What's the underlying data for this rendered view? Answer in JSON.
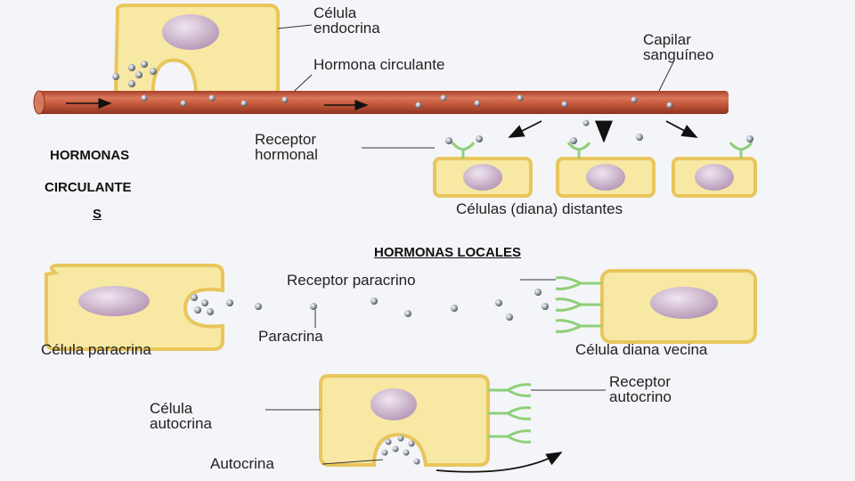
{
  "labels": {
    "endocrine_cell": [
      "Célula",
      "endocrina"
    ],
    "blood_capillary": [
      "Capilar",
      "sanguíneo"
    ],
    "circulating_hormone": "Hormona circulante",
    "hormone_receptor": [
      "Receptor",
      "hormonal"
    ],
    "distant_target_cells": "Células (diana) distantes",
    "paracrine_receptor": "Receptor paracrino",
    "paracrine_cell": "Célula paracrina",
    "paracrine": "Paracrina",
    "neighbor_target_cell": "Célula diana vecina",
    "autocrine_cell": [
      "Célula",
      "autocrina"
    ],
    "autocrine_receptor": [
      "Receptor",
      "autocrino"
    ],
    "autocrine": "Autocrina"
  },
  "overlay": {
    "circulating_title": [
      "HORMONAS",
      "CIRCULANTE",
      "S"
    ],
    "local_title": "HORMONAS LOCALES"
  },
  "colors": {
    "cell_fill": "#f7e8a4",
    "cell_stroke": "#e8c65c",
    "nucleus": "#cdb6cc",
    "vessel": "#c75a3c",
    "receptor": "#8fcf7a",
    "molecule": "#555a66",
    "background": "#f4f5f8"
  }
}
